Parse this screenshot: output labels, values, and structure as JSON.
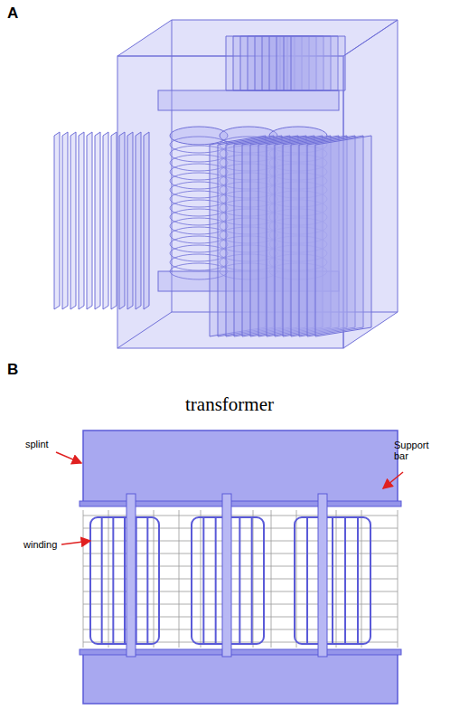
{
  "diagram": {
    "labels": [
      "A",
      "B",
      "transformer",
      "splint",
      "Support bar",
      "winding"
    ]
  }
}
